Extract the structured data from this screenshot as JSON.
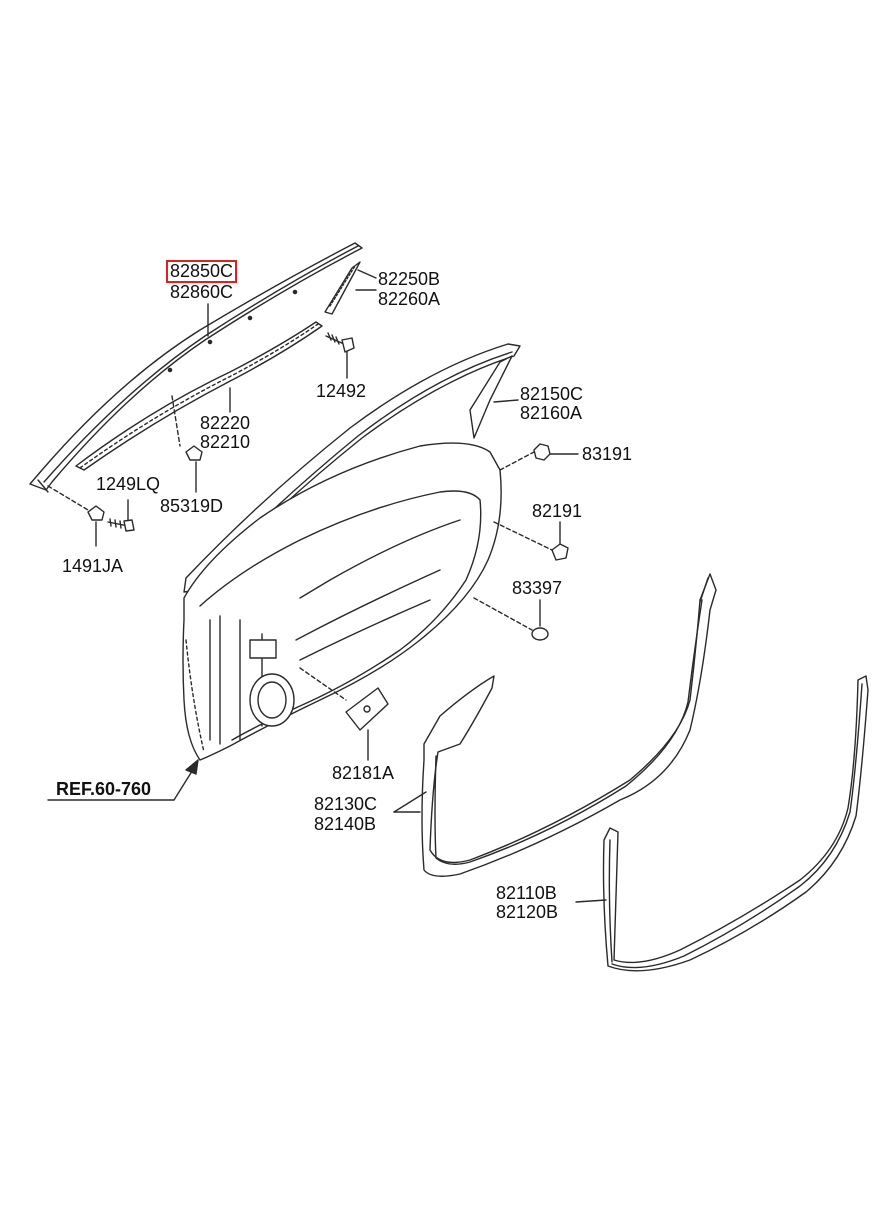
{
  "reference": {
    "label": "REF.60-760"
  },
  "parts": [
    {
      "id": "mould-top",
      "numbers": [
        "82850C",
        "82860C"
      ],
      "highlighted": true
    },
    {
      "id": "run-channel-small",
      "numbers": [
        "82250B",
        "82260A"
      ]
    },
    {
      "id": "screw-12492",
      "numbers": [
        "12492"
      ]
    },
    {
      "id": "belt-inner",
      "numbers": [
        "82220",
        "82210"
      ]
    },
    {
      "id": "clip-1249LQ",
      "numbers": [
        "1249LQ"
      ]
    },
    {
      "id": "clip-85319D",
      "numbers": [
        "85319D"
      ]
    },
    {
      "id": "bolt-1491JA",
      "numbers": [
        "1491JA"
      ]
    },
    {
      "id": "frame-upper",
      "numbers": [
        "82150C",
        "82160A"
      ]
    },
    {
      "id": "plug-83191",
      "numbers": [
        "83191"
      ]
    },
    {
      "id": "plug-82191",
      "numbers": [
        "82191"
      ]
    },
    {
      "id": "plug-83397",
      "numbers": [
        "83397"
      ]
    },
    {
      "id": "cover-82181A",
      "numbers": [
        "82181A"
      ]
    },
    {
      "id": "weatherstrip-door",
      "numbers": [
        "82130C",
        "82140B"
      ]
    },
    {
      "id": "weatherstrip-body",
      "numbers": [
        "82110B",
        "82120B"
      ]
    }
  ],
  "colors": {
    "line": "#2a2a2a",
    "highlight": "#e02020",
    "text": "#111111"
  }
}
